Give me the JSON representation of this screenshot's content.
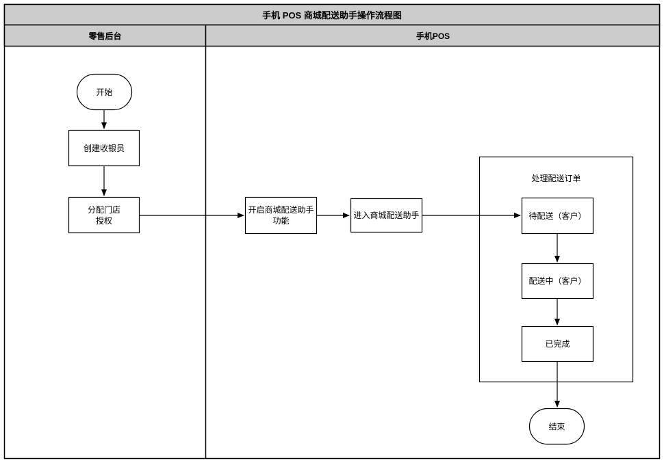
{
  "diagram": {
    "title": "手机 POS 商城配送助手操作流程图",
    "lanes": [
      {
        "id": "lane-retail-backend",
        "label": "零售后台"
      },
      {
        "id": "lane-mobile-pos",
        "label": "手机POS"
      }
    ],
    "nodes": [
      {
        "id": "start",
        "label": "开始",
        "shape": "terminator"
      },
      {
        "id": "create-cashier",
        "label": "创建收银员",
        "shape": "process"
      },
      {
        "id": "assign-store-auth",
        "label": "分配门店\n授权",
        "shape": "process"
      },
      {
        "id": "enable-delivery-assistant",
        "label": "开启商城配送助手\n功能",
        "shape": "process"
      },
      {
        "id": "enter-delivery-assistant",
        "label": "进入商城配送助手",
        "shape": "process"
      },
      {
        "id": "pending-delivery",
        "label": "待配送（客户）",
        "shape": "process"
      },
      {
        "id": "in-delivery",
        "label": "配送中（客户）",
        "shape": "process"
      },
      {
        "id": "completed",
        "label": "已完成",
        "shape": "process"
      },
      {
        "id": "end",
        "label": "结束",
        "shape": "terminator"
      }
    ],
    "groups": [
      {
        "id": "process-delivery-orders",
        "label": "处理配送订单"
      }
    ],
    "colors": {
      "header_fill": "#cccccc",
      "stroke": "#000000",
      "node_fill": "#ffffff",
      "text": "#000000"
    }
  }
}
